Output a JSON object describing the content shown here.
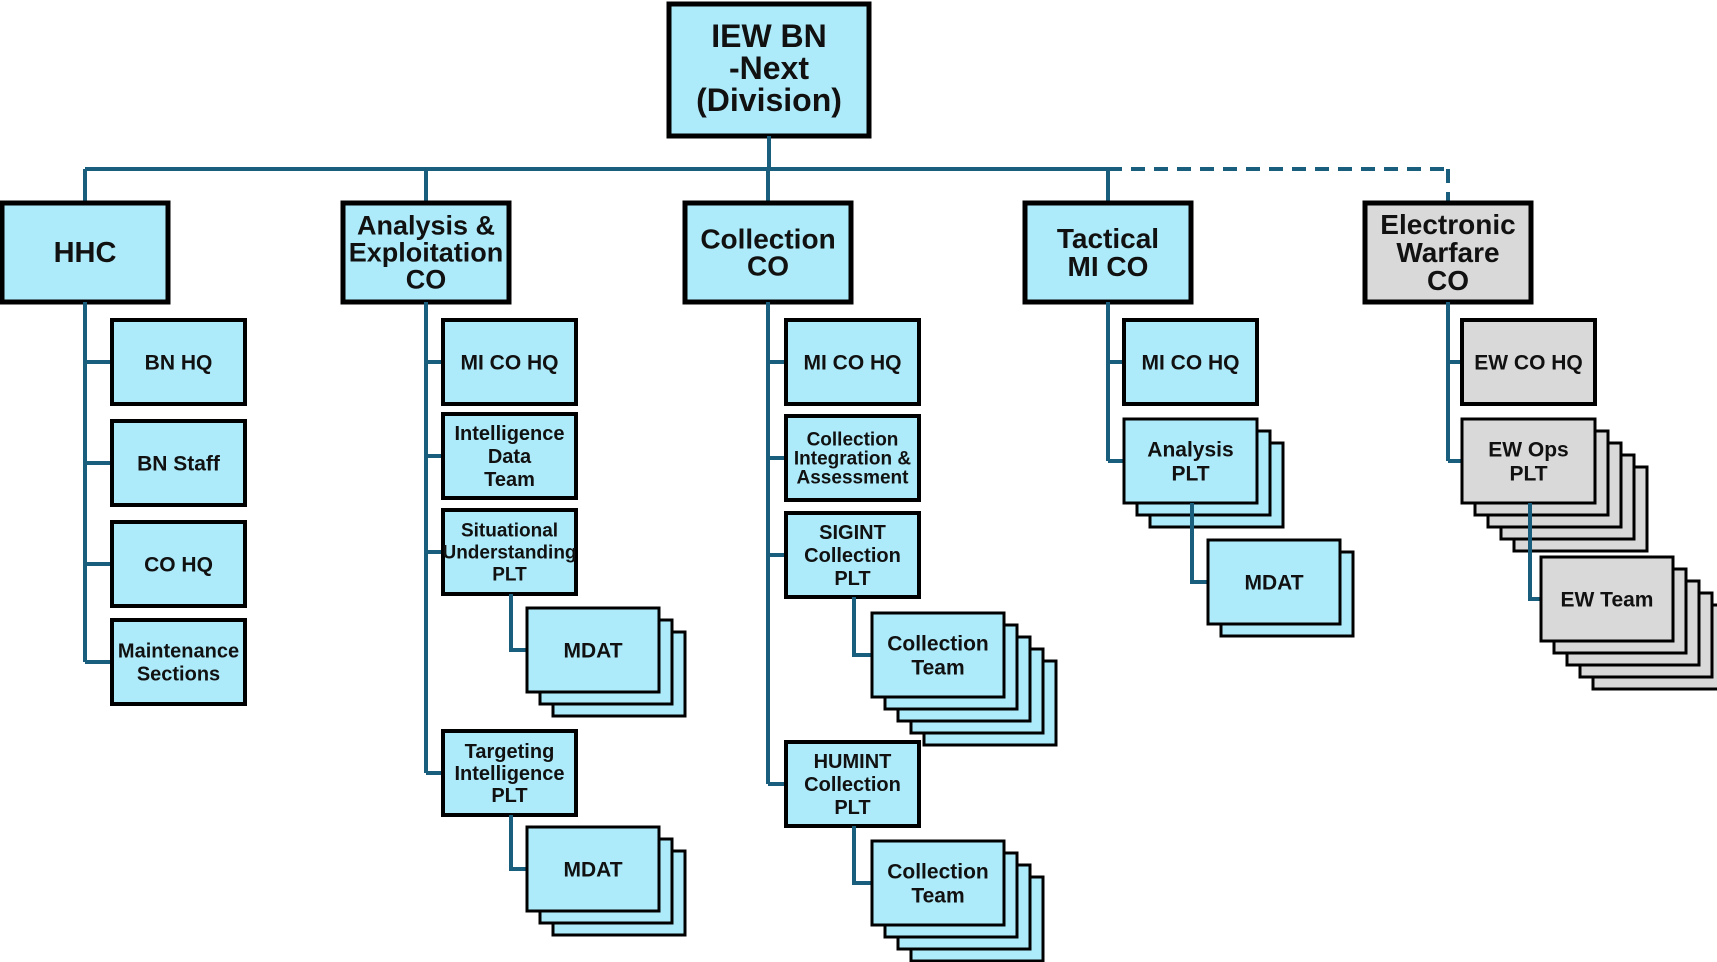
{
  "colors": {
    "box_fill": "#AEEBFA",
    "box_fill_ew": "#D9D9D9",
    "box_border": "#000000",
    "connector": "#1A5E7D"
  },
  "root": {
    "label": "IEW BN\n-Next\n(Division)"
  },
  "companies": [
    {
      "id": "hhc",
      "label": "HHC",
      "subunits": [
        {
          "label": "BN HQ"
        },
        {
          "label": "BN Staff"
        },
        {
          "label": "CO HQ"
        },
        {
          "label": "Maintenance\nSections"
        }
      ]
    },
    {
      "id": "ae",
      "label": "Analysis &\nExploitation\nCO",
      "subunits": [
        {
          "label": "MI CO HQ"
        },
        {
          "label": "Intelligence\nData\nTeam"
        },
        {
          "label": "Situational\nUnderstanding\nPLT",
          "child": {
            "label": "MDAT"
          }
        },
        {
          "label": "Targeting\nIntelligence\nPLT",
          "child": {
            "label": "MDAT"
          }
        }
      ]
    },
    {
      "id": "collection",
      "label": "Collection\nCO",
      "subunits": [
        {
          "label": "MI CO HQ"
        },
        {
          "label": "Collection\nIntegration &\nAssessment"
        },
        {
          "label": "SIGINT\nCollection\nPLT",
          "child": {
            "label": "Collection\nTeam"
          }
        },
        {
          "label": "HUMINT\nCollection\nPLT",
          "child": {
            "label": "Collection\nTeam"
          }
        }
      ]
    },
    {
      "id": "tactical",
      "label": "Tactical\nMI CO",
      "subunits": [
        {
          "label": "MI CO HQ"
        },
        {
          "label": "Analysis\nPLT",
          "child": {
            "label": "MDAT"
          }
        }
      ]
    },
    {
      "id": "ew",
      "label": "Electronic\nWarfare\nCO",
      "subunits": [
        {
          "label": "EW CO HQ"
        },
        {
          "label": "EW Ops\nPLT",
          "child": {
            "label": "EW Team"
          }
        }
      ]
    }
  ]
}
